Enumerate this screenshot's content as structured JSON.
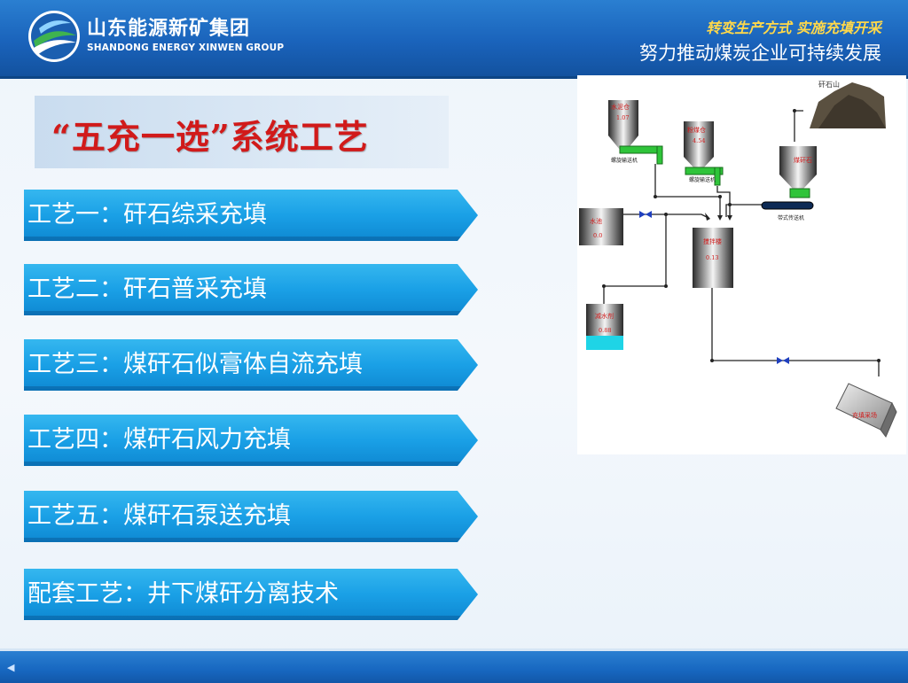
{
  "header": {
    "company_cn": "山东能源新矿集团",
    "company_en": "SHANDONG ENERGY XINWEN GROUP",
    "slogan_top": "转变生产方式  实施充填开采",
    "slogan_bottom": "努力推动煤炭企业可持续发展"
  },
  "title": "“五充一选”系统工艺",
  "processes": [
    "工艺一：矸石综采充填",
    "工艺二：矸石普采充填",
    "工艺三：煤矸石似膏体自流充填",
    "工艺四：煤矸石风力充填",
    "工艺五：煤矸石泵送充填",
    "配套工艺：井下煤矸分离技术"
  ],
  "diagram": {
    "gangue_mountain": "矸石山",
    "cement_silo": "水泥仓",
    "cement_value": "1.07",
    "fly_ash_silo": "粉煤仓",
    "fly_ash_value": "4.54",
    "gangue_hopper": "煤矸石",
    "screw_conveyor_1": "螺旋输送机",
    "screw_conveyor_2": "螺旋输送机",
    "belt_conveyor": "带式传送机",
    "water_tank": "水池",
    "water_value": "0.0",
    "mixer": "搅拌楼",
    "mixer_value": "0.13",
    "reducer_tank": "减水剂",
    "reducer_value": "0.88",
    "fill_stope": "充填采场"
  },
  "colors": {
    "title_red": "#d11a1a",
    "banner_blue": "#1aa0e6",
    "header_blue": "#1a63bb",
    "slogan_yellow": "#ffd84a"
  }
}
